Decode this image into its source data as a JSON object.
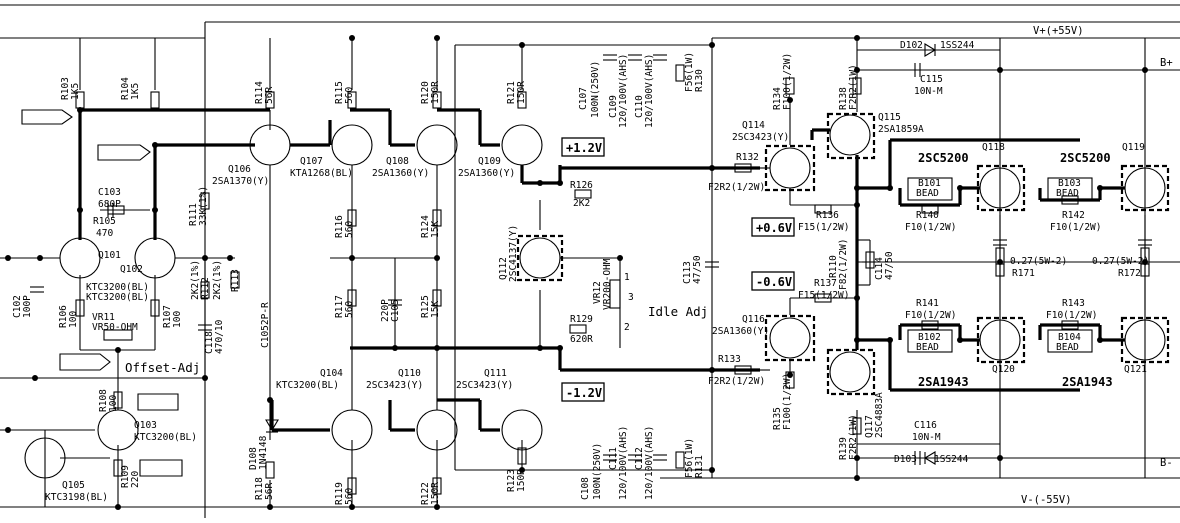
{
  "rails": {
    "vplus": "V+(+55V)",
    "vminus": "V-(-55V)",
    "bplus": "B+",
    "bminus": "B-"
  },
  "annotations": {
    "offset_adj": "Offset-Adj",
    "idle_adj": "Idle Adj"
  },
  "voltages": {
    "v_plus12": "+1.2V",
    "v_minus12": "-1.2V",
    "v_plus06": "+0.6V",
    "v_minus06": "-0.6V"
  },
  "big_labels": {
    "q118_type": "2SC5200",
    "q119_type": "2SC5200",
    "q120_type": "2SA1943",
    "q121_type": "2SA1943"
  },
  "transistors": {
    "q101": [
      "Q101",
      "KTC3200(BL)"
    ],
    "q102": [
      "Q102",
      "KTC3200(BL)"
    ],
    "q103": [
      "Q103",
      "KTC3200(BL)"
    ],
    "q104": [
      "Q104",
      "KTC3200(BL)"
    ],
    "q105": [
      "Q105",
      "KTC3198(BL)"
    ],
    "q106": [
      "Q106",
      "2SA1370(Y)"
    ],
    "q107": [
      "Q107",
      "KTA1268(BL)"
    ],
    "q108": [
      "Q108",
      "2SA1360(Y)"
    ],
    "q109": [
      "Q109",
      "2SA1360(Y)"
    ],
    "q110": [
      "Q110",
      "2SC3423(Y)"
    ],
    "q111": [
      "Q111",
      "2SC3423(Y)"
    ],
    "q112": [
      "Q112",
      "2SC4137(Y)"
    ],
    "q114": [
      "Q114",
      "2SC3423(Y)"
    ],
    "q115": [
      "Q115",
      "2SA1859A"
    ],
    "q116": [
      "Q116",
      "2SA1360(Y)"
    ],
    "q117": [
      "Q117",
      "2SC4883A"
    ],
    "q118": [
      "Q118"
    ],
    "q119": [
      "Q119"
    ],
    "q120": [
      "Q120"
    ],
    "q121": [
      "Q121"
    ]
  },
  "components": {
    "r103": [
      "R103",
      "1K5"
    ],
    "r104": [
      "R104",
      "1K5"
    ],
    "r105": [
      "R105",
      "470"
    ],
    "r106": [
      "R106",
      "100"
    ],
    "r107": [
      "R107",
      "100"
    ],
    "r108": [
      "R108",
      "100"
    ],
    "r109": [
      "R109",
      "220"
    ],
    "r111": [
      "R111",
      "33K(1%)"
    ],
    "r112": [
      "R112",
      "2K2(1%)"
    ],
    "r112b": [
      "2K2(1%)"
    ],
    "r113": [
      "R113"
    ],
    "r114": [
      "R114",
      "56R"
    ],
    "r115": [
      "R115",
      "560"
    ],
    "r116": [
      "R116",
      "560"
    ],
    "r117": [
      "R117",
      "560"
    ],
    "r118": [
      "R118",
      "56R"
    ],
    "r119": [
      "R119",
      "560"
    ],
    "r120": [
      "R120",
      "150R"
    ],
    "r121": [
      "R121",
      "150R"
    ],
    "r122": [
      "R122",
      "150R"
    ],
    "r123": [
      "R123",
      "150R"
    ],
    "r124": [
      "R124",
      "15K"
    ],
    "r125": [
      "R125",
      "15K"
    ],
    "r126": [
      "R126",
      "2K2"
    ],
    "r129": [
      "R129",
      "620R"
    ],
    "r130": [
      "F56(1W)",
      "R130"
    ],
    "r131": [
      "F56(1W)",
      "R131"
    ],
    "r132": [
      "R132",
      "F2R2(1/2W)"
    ],
    "r133": [
      "R133",
      "F2R2(1/2W)"
    ],
    "r134": [
      "R134",
      "F100(1/2W)"
    ],
    "r135": [
      "R135",
      "F100(1/2W)"
    ],
    "r136": [
      "R136",
      "F15(1/2W)"
    ],
    "r137": [
      "R137",
      "F15(1/2W)"
    ],
    "r138": [
      "R138",
      "F2R2(1W)"
    ],
    "r139": [
      "R139",
      "F2R2(1W)"
    ],
    "r110": [
      "R110",
      "F82(1/2W)"
    ],
    "r140": [
      "R140",
      "F10(1/2W)"
    ],
    "r141": [
      "R141",
      "F10(1/2W)"
    ],
    "r142": [
      "R142",
      "F10(1/2W)"
    ],
    "r143": [
      "R143",
      "F10(1/2W)"
    ],
    "r171": [
      "R171"
    ],
    "r172": [
      "R172"
    ],
    "re1": [
      "0.27(5W-2)"
    ],
    "re2": [
      "0.27(5W-2)"
    ],
    "c102": [
      "C102",
      "100P"
    ],
    "c103": [
      "C103",
      "680P"
    ],
    "c105": [
      "C105",
      "220P"
    ],
    "c107": [
      "C107",
      "100N(250V)"
    ],
    "c108": [
      "C108",
      "100N(250V)"
    ],
    "c109": [
      "C109",
      "120/100V(AHS)"
    ],
    "c110": [
      "C110",
      "120/100V(AHS)"
    ],
    "c111": [
      "C111",
      "120/100V(AHS)"
    ],
    "c112": [
      "C112",
      "120/100V(AHS)"
    ],
    "c113": [
      "C113",
      "47/50"
    ],
    "c114": [
      "C114",
      "47/50"
    ],
    "c115": [
      "C115",
      "10N-M"
    ],
    "c116": [
      "C116",
      "10N-M"
    ],
    "c118": [
      "C118",
      "470/10"
    ],
    "c1052": [
      "C1052P-R"
    ],
    "c107b": [
      "R107"
    ],
    "vr11": [
      "VR11",
      "VR50-OHM"
    ],
    "vr12": [
      "VR12",
      "VR200-OHM"
    ],
    "d102": [
      "D102",
      "1SS244"
    ],
    "d103": [
      "D103",
      "1SS244"
    ],
    "d108": [
      "D108",
      "1N4148"
    ],
    "b101": [
      "B101",
      "BEAD"
    ],
    "b102": [
      "B102",
      "BEAD"
    ],
    "b103": [
      "B103",
      "BEAD"
    ],
    "b104": [
      "B104",
      "BEAD"
    ],
    "vr12pins": [
      "1",
      "2",
      "3"
    ]
  }
}
